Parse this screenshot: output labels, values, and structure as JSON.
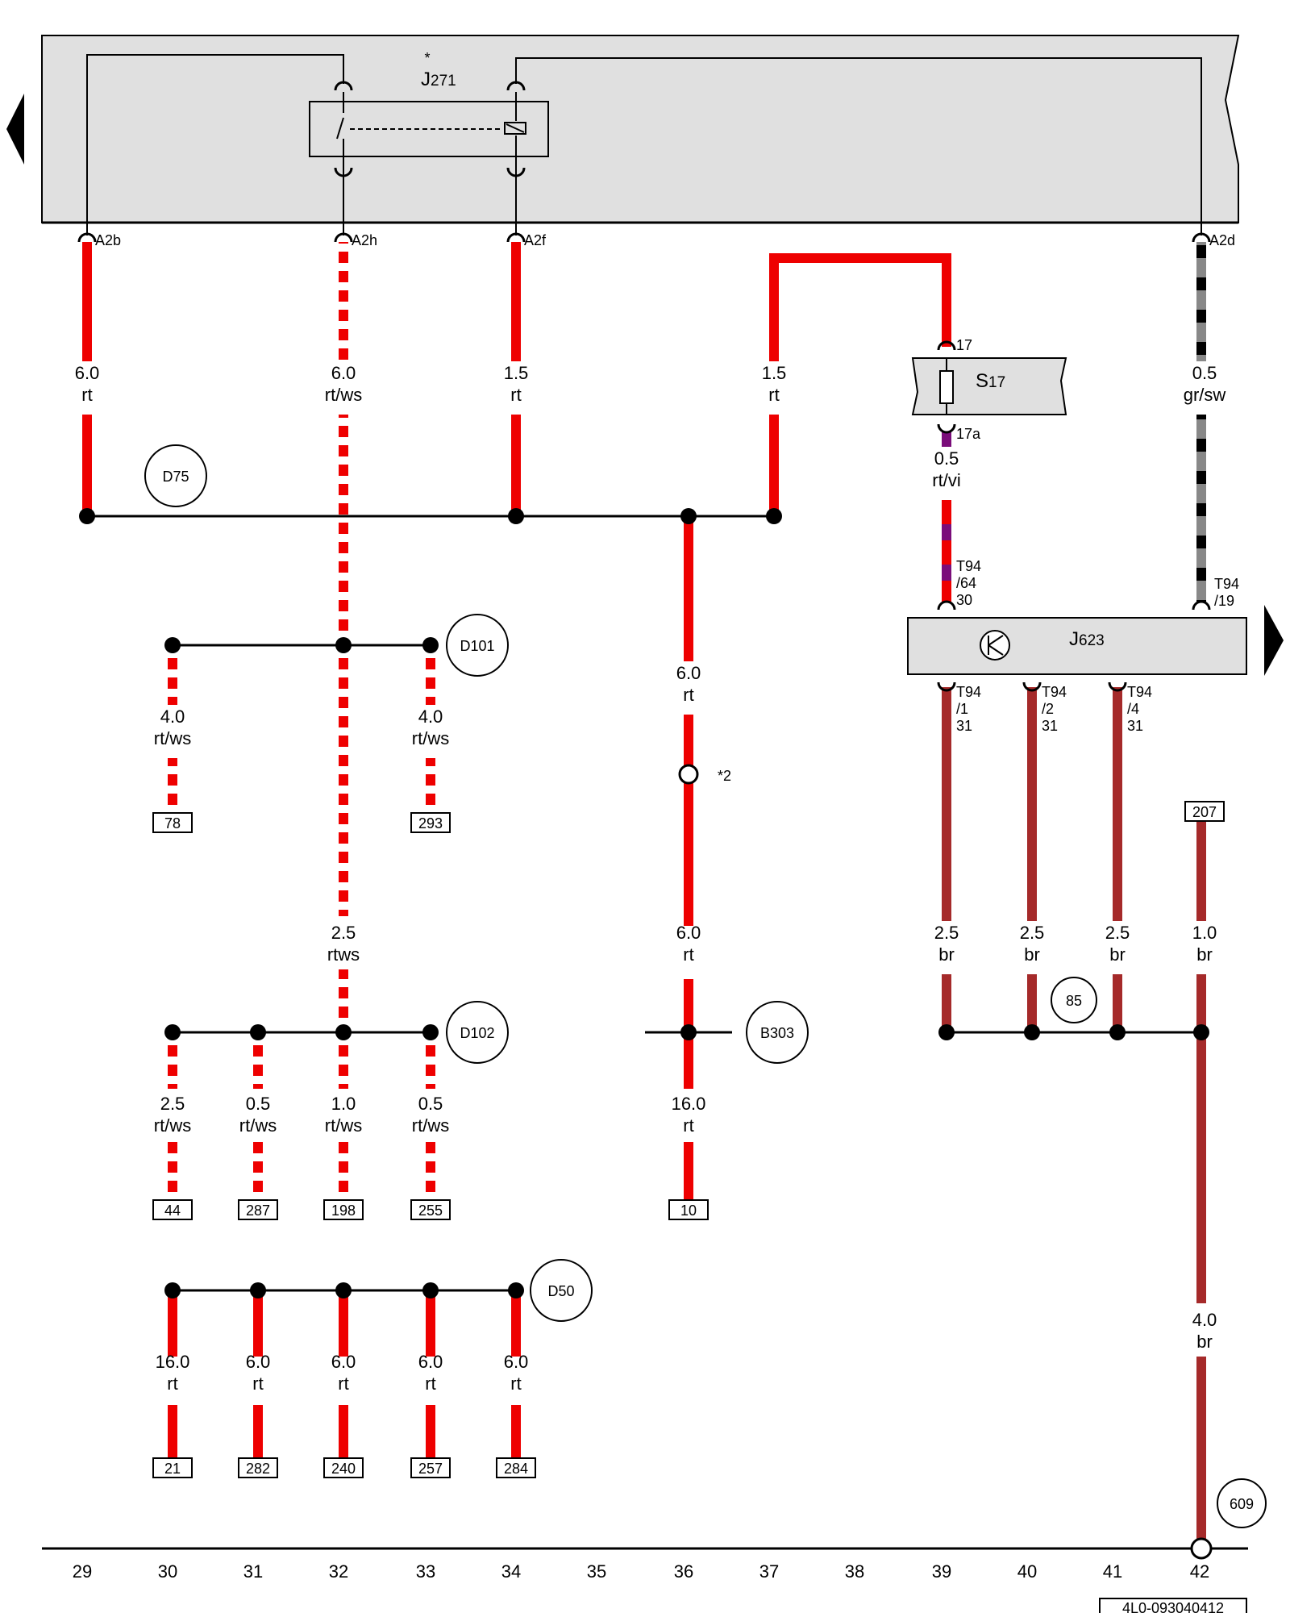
{
  "component_header": {
    "relay_label": "J",
    "relay_sub": "271",
    "relay_star": "*",
    "pins": [
      "A2b",
      "A2h",
      "A2f",
      "A2d"
    ]
  },
  "fuse": {
    "label": "S",
    "sub": "17",
    "pin_in": "17",
    "pin_out": "17a"
  },
  "ecu": {
    "label": "J",
    "sub": "623",
    "pin_64": [
      "T94",
      "/64",
      "30"
    ],
    "pin_19": [
      "T94",
      "/19"
    ],
    "pin_1": [
      "T94",
      "/1",
      "31"
    ],
    "pin_2": [
      "T94",
      "/2",
      "31"
    ],
    "pin_4": [
      "T94",
      "/4",
      "31"
    ]
  },
  "wires": [
    {
      "size": "6.0",
      "color": "rt"
    },
    {
      "size": "6.0",
      "color": "rt/ws"
    },
    {
      "size": "1.5",
      "color": "rt"
    },
    {
      "size": "1.5",
      "color": "rt"
    },
    {
      "size": "0.5",
      "color": "gr/sw"
    },
    {
      "size": "0.5",
      "color": "rt/vi"
    },
    {
      "size": "4.0",
      "color": "rt/ws"
    },
    {
      "size": "4.0",
      "color": "rt/ws"
    },
    {
      "size": "6.0",
      "color": "rt"
    },
    {
      "size": "6.0",
      "color": "rt"
    },
    {
      "size": "2.5",
      "color": "rtws"
    },
    {
      "size": "2.5",
      "color": "br"
    },
    {
      "size": "2.5",
      "color": "br"
    },
    {
      "size": "2.5",
      "color": "br"
    },
    {
      "size": "1.0",
      "color": "br"
    },
    {
      "size": "2.5",
      "color": "rt/ws"
    },
    {
      "size": "0.5",
      "color": "rt/ws"
    },
    {
      "size": "1.0",
      "color": "rt/ws"
    },
    {
      "size": "0.5",
      "color": "rt/ws"
    },
    {
      "size": "16.0",
      "color": "rt"
    },
    {
      "size": "16.0",
      "color": "rt"
    },
    {
      "size": "6.0",
      "color": "rt"
    },
    {
      "size": "6.0",
      "color": "rt"
    },
    {
      "size": "6.0",
      "color": "rt"
    },
    {
      "size": "6.0",
      "color": "rt"
    },
    {
      "size": "4.0",
      "color": "br"
    }
  ],
  "connections": [
    "D75",
    "D101",
    "D102",
    "B303",
    "85",
    "D50",
    "609"
  ],
  "refs": [
    "78",
    "293",
    "207",
    "44",
    "287",
    "198",
    "255",
    "10",
    "21",
    "282",
    "240",
    "257",
    "284"
  ],
  "note_mark": "*2",
  "tracks": [
    "29",
    "30",
    "31",
    "32",
    "33",
    "34",
    "35",
    "36",
    "37",
    "38",
    "39",
    "40",
    "41",
    "42"
  ],
  "doc_number": "4L0-093040412",
  "colors": {
    "rt": "#ee0000",
    "ws": "#ffffff",
    "br": "#a52a2a",
    "vi": "#7a0d7a",
    "gr": "#888888",
    "sw": "#000000",
    "panel": "#e0e0e0"
  }
}
